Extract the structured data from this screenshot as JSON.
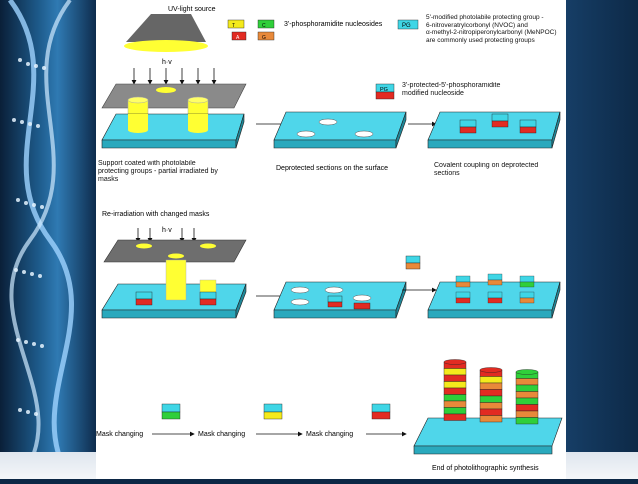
{
  "step1": {
    "uv_label": "UV-light source",
    "hv_label": "h·v",
    "support_caption": "Support coated with photolabile\nprotecting groups - partial irradiated by\nmasks",
    "deprotected_caption": "Deprotected sections on the surface",
    "coupling_caption": "Covalent coupling on deprotected\nsections"
  },
  "legend": {
    "nucleosides_label": "3'-phosphoramidite nucleosides",
    "protecting_groups_text": "5'-modified photolabile protecting group -\n6-nitroveratrylcorbonyl (NVOC) and\nα-methyl-2-nitropiperonylcarbonyl (MeNPOC)\nare commonly used protecting groups",
    "protected_nucleoside_text": "3'-protected-5'-phosphoramidite\nmodified nucleoside",
    "pg": "PG",
    "bases": [
      "T",
      "C",
      "A",
      "G"
    ]
  },
  "step2": {
    "title": "Re-irradiation with changed masks",
    "hv_label": "h·v"
  },
  "step3": {
    "mask_changing": "Mask changing",
    "end_caption": "End of photolithographic synthesis"
  },
  "colors": {
    "T": "#f4ea1c",
    "C": "#2fcf3a",
    "A": "#e22b22",
    "G": "#e8893a",
    "PG": "#3fd6e6",
    "surface": "#4fd6ea",
    "mask": "#8a8a8a",
    "uv_light": "#ffff33"
  }
}
